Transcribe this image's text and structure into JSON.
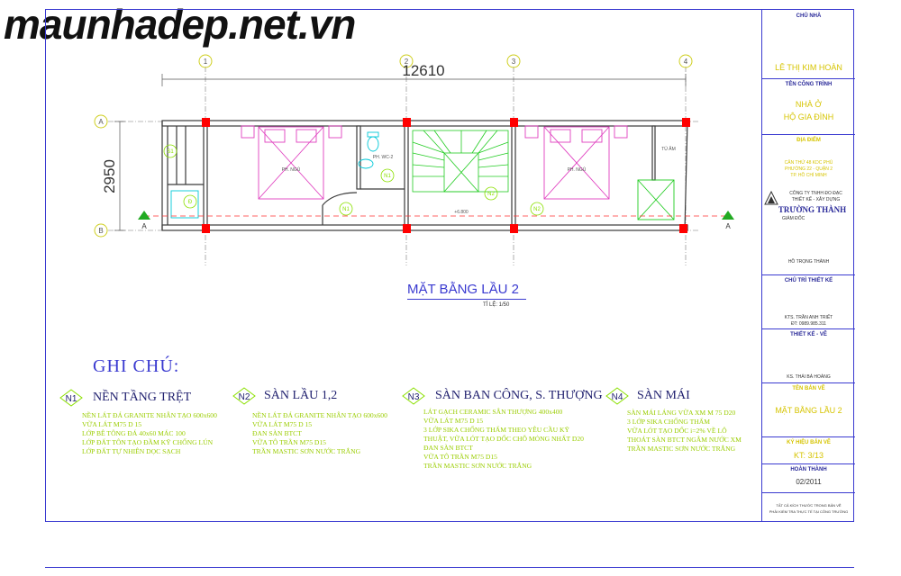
{
  "watermark": "maunhadep.net.vn",
  "plan": {
    "title": "MẶT BẰNG LẦU 2",
    "scale": "TỈ LỆ: 1/50",
    "overall_dimension": "12610",
    "side_dimension": "2950",
    "axes_numbers": [
      "1",
      "2",
      "3",
      "4"
    ],
    "axes_letters": [
      "A",
      "B"
    ],
    "section_markers": [
      "A",
      "A"
    ],
    "rooms": {
      "bedroom_left": "PH. NGỦ",
      "bedroom_right": "PH. NGỦ",
      "wc": "PH. WC-2",
      "shower": "TỦ ÂM",
      "level": "+6.800"
    },
    "tags": [
      "S1",
      "Đ",
      "N1",
      "N1",
      "N2",
      "N2"
    ]
  },
  "notes": {
    "title": "GHI CHÚ:",
    "items": [
      {
        "badge": "N1",
        "heading": "NỀN TẦNG TRỆT",
        "lines": [
          "NỀN LÁT ĐÁ GRANITE NHÂN TẠO 600x600",
          "VỮA LÁT M75 D 15",
          "LỚP BÊ TÔNG ĐÁ 40x60 MÁC 100",
          "LỚP ĐẤT TÔN TẠO ĐẦM KỸ CHỐNG LÚN",
          "LỚP ĐẤT TỰ NHIÊN DỌC SẠCH"
        ]
      },
      {
        "badge": "N2",
        "heading": "SÀN LẦU 1,2",
        "lines": [
          "NỀN LÁT ĐÁ GRANITE NHÂN TẠO 600x600",
          "VỮA LÁT M75 D 15",
          "ĐAN SÀN BTCT",
          "VỮA TÔ TRẦN M75 D15",
          "TRẦN MASTIC SƠN NƯỚC TRẮNG"
        ]
      },
      {
        "badge": "N3",
        "heading": "SÀN BAN CÔNG, S. THƯỢNG",
        "lines": [
          "LÁT GẠCH CERAMIC SÂN THƯỢNG 400x400",
          "VỮA LÁT M75 D 15",
          "3 LỚP SIKA CHỐNG THẤM THEO YÊU CẦU KỸ",
          "THUẬT, VỮA LÓT TẠO DỐC CHỖ MỎNG NHẤT D20",
          "ĐAN SÀN BTCT",
          "VỮA TÔ TRẦN M75 D15",
          "TRẦN MASTIC SƠN NƯỚC TRẮNG"
        ]
      },
      {
        "badge": "N4",
        "heading": "SÀN MÁI",
        "lines": [
          "SÀN MÁI LÁNG VỮA XM M 75 D20",
          "3 LỚP SIKA CHỐNG THẤM",
          "VỮA LÓT TẠO DỐC i=2% VỀ LỖ",
          "  THOÁT SÀN BTCT NGÂM NƯỚC XM",
          "TRẦN MASTIC SƠN NƯỚC TRẮNG"
        ]
      }
    ]
  },
  "title_block": {
    "owner_label": "CHỦ NHÀ",
    "owner_name": "LÊ THỊ KIM HOÀN",
    "project_label": "TÊN CÔNG TRÌNH",
    "project_line1": "NHÀ Ở",
    "project_line2": "HỘ GIA ĐÌNH",
    "location_label": "ĐỊA ĐIỂM",
    "location_lines": [
      "CĂN THỨ 48 KDC PHÚ",
      "PHƯỜNG 22 - QUẬN 2",
      "TP. HỒ CHÍ MINH"
    ],
    "company_line1": "CÔNG TY TNHH ĐO ĐẠC",
    "company_line2": "THIẾT KẾ - XÂY DỰNG",
    "company_name": "TRƯỜNG THÀNH",
    "director_label": "GIÁM ĐỐC",
    "director_name": "HỒ TRỌNG THÀNH",
    "chief_label": "CHỦ TRÌ THIẾT KẾ",
    "chief_line1": "KTS. TRẦN ANH TRIẾT",
    "chief_line2": "ĐT: 0989.985.311",
    "design_label": "THIẾT KẾ - VẼ",
    "design_name": "KS. THÁI BÁ HOÀNG",
    "drawing_label": "TÊN BẢN VẼ",
    "drawing_name": "MẶT BẰNG LẦU 2",
    "sheet_label": "KÝ HIỆU BẢN VẼ",
    "sheet_value": "KT: 3/13",
    "complete_label": "HOÀN THÀNH",
    "complete_value": "02/2011",
    "footnote_line1": "TẤT CẢ KÍCH THƯỚC TRONG BẢN VẼ",
    "footnote_line2": "PHẢI KIỂM TRA THỰC TẾ TẠI CÔNG TRƯỜNG"
  },
  "colors": {
    "frame": "#3a3ad0",
    "wall": "#3a3a3a",
    "column": "#ff0000",
    "furniture": "#e040c0",
    "stair": "#22cc22",
    "fixture": "#00c8d8",
    "tag": "#8be000",
    "notes_text": "#9acd00",
    "title_yellow": "#d6c400"
  }
}
